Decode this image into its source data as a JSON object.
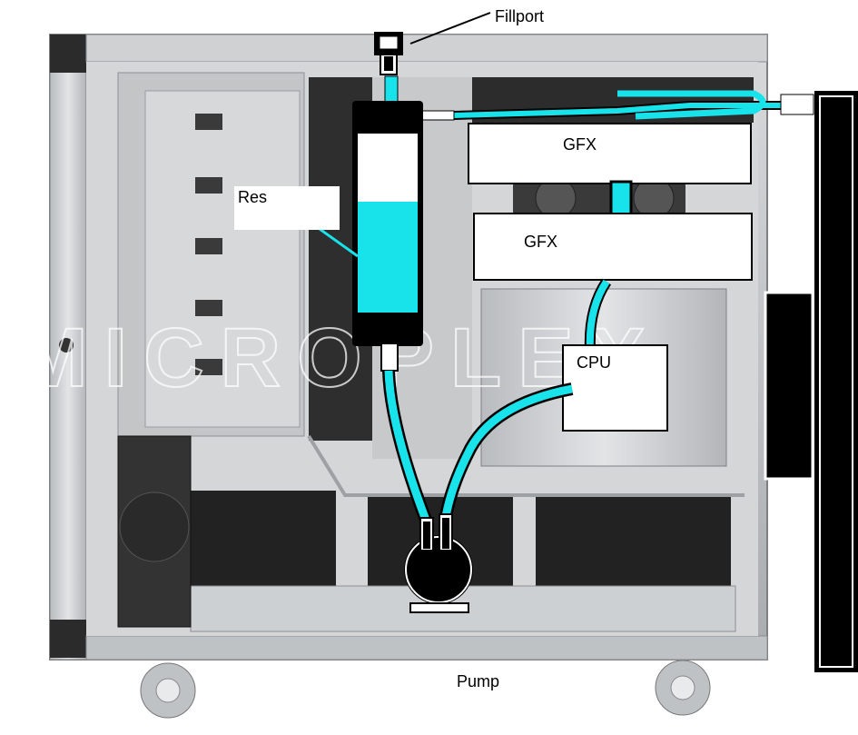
{
  "labels": {
    "fillport": "Fillport",
    "res": "Res",
    "gfx_top": "GFX",
    "gfx_bottom": "GFX",
    "cpu": "CPU",
    "pump": "Pump"
  },
  "watermark": "MICROPLEX",
  "colors": {
    "coolant": "#19e3ea",
    "tube_outline": "#000000",
    "case_metal": "#c9cbcd",
    "case_frame": "#a8abae",
    "case_dark": "#2a2a2a",
    "label_box": "#ffffff"
  }
}
